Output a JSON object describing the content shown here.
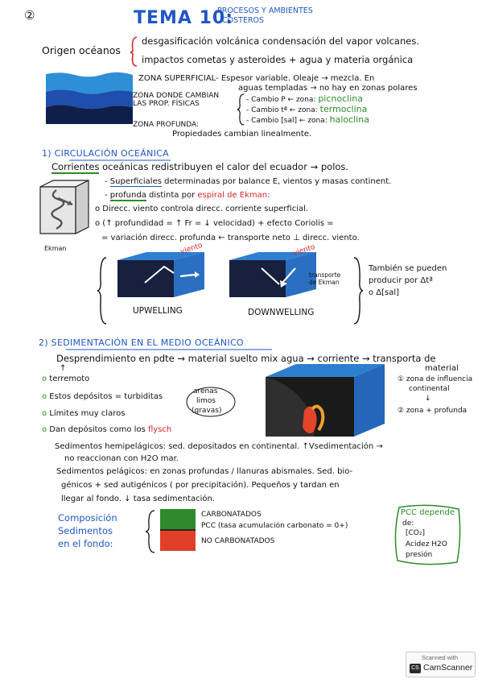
{
  "page_number": "②",
  "title": {
    "main": "TEMA 10:",
    "sub_line1": "PROCESOS Y AMBIENTES",
    "sub_line2": "COSTEROS"
  },
  "origin": {
    "label": "Origen océanos",
    "line1": "desgasificación volcánica condensación del vapor volcanes.",
    "line2": "impactos cometas y asteroides + agua y materia orgánica"
  },
  "zones": {
    "superficial": "ZONA SUPERFICIAL- Espesor variable. Oleaje → mezcla. En",
    "superficial_2": "aguas templadas → no hay en zonas polares",
    "cambian_1": "ZONA DONDE CAMBIAN",
    "cambian_2": "LAS PROP. FÍSICAS",
    "c1_prefix": "- Cambio P ← zona:",
    "c1_term": "picnoclina",
    "c2_prefix": "- Cambio tª ← zona:",
    "c2_term": "termoclina",
    "c3_prefix": "- Cambio [sal] ← zona:",
    "c3_term": "haloclina",
    "profunda_1": "ZONA PROFUNDA:",
    "profunda_2": "Propiedades cambian linealmente."
  },
  "section1": {
    "heading": "1) CIRCULACIÓN OCEÁNICA",
    "corrientes_word": "Corrientes",
    "corrientes_rest": "oceánicas redistribuyen el calor del ecuador → polos.",
    "sup_word": "Superficiales",
    "sup_rest": "determinadas por balance E, vientos y masas continent.",
    "prof_word": "profunda",
    "prof_rest": "distinta por",
    "ekman_spiral": "espiral de Ekman:",
    "ekman_label": "Ekman",
    "b1": "Direcc. viento controla direcc. corriente superficial.",
    "b2": "(↑ profundidad = ↑ Fr = ↓ velocidad) + efecto Coriolis =",
    "b3": "= variación direcc. profunda ← transporte neto ⊥ direcc. viento.",
    "viento": "viento",
    "transporte_1": "transporte",
    "transporte_2": "de Ekman",
    "upwelling": "UPWELLING",
    "downwelling": "DOWNWELLING",
    "also_1": "También se pueden",
    "also_2": "producir por Δtª",
    "also_3": "o Δ[sal]"
  },
  "section2": {
    "heading": "2) SEDIMENTACIÓN EN EL MEDIO OCEÁNICO",
    "line1": "Desprendimiento en pdte → material suelto mix agua → corriente → transporta de",
    "line1b": "material",
    "terremoto": "terremoto",
    "deposits_prefix": "Estos depósitos = turbiditas",
    "arenas": "arenas",
    "limos": "limos",
    "gravas": "(gravas)",
    "limites": "Límites muy claros",
    "flysch_prefix": "Dan depósitos como los",
    "flysch": "flysch",
    "zone1_a": "① zona de influencia",
    "zone1_b": "continental",
    "zone2": "② zona + profunda",
    "hemi_1": "Sedimentos hemipelágicos: sed. depositados en continental. ↑Vsedimentación →",
    "hemi_2": "no reaccionan con H2O mar.",
    "pel_1": "Sedimentos pelágicos: en zonas profundas / llanuras abismales. Sed. bio-",
    "pel_2": "génicos + sed autigénicos ( por precipitación). Pequeños y tardan en",
    "pel_3": "llegar al fondo. ↓ tasa sedimentación.",
    "comp_1": "Composición",
    "comp_2": "Sedimentos",
    "comp_3": "en el fondo:",
    "carbonatados": "CARBONATADOS",
    "pcc": "PCC (tasa acumulación carbonato = 0+)",
    "no_carbonatados": "NO CARBONATADOS",
    "pcc_dep_1": "PCC depende",
    "pcc_dep_2": "de:",
    "pcc_dep_3": "[CO₂]",
    "pcc_dep_4": "Acidez H2O",
    "pcc_dep_5": "presión"
  },
  "badge": {
    "line1": "Scanned with",
    "line2": "CamScanner",
    "icon_text": "CS"
  },
  "colors": {
    "blue": "#1f56c8",
    "red": "#d8262b",
    "green": "#2d8c2a",
    "carbonate": "#2f8a2c",
    "non_carbonate": "#e0402a"
  }
}
